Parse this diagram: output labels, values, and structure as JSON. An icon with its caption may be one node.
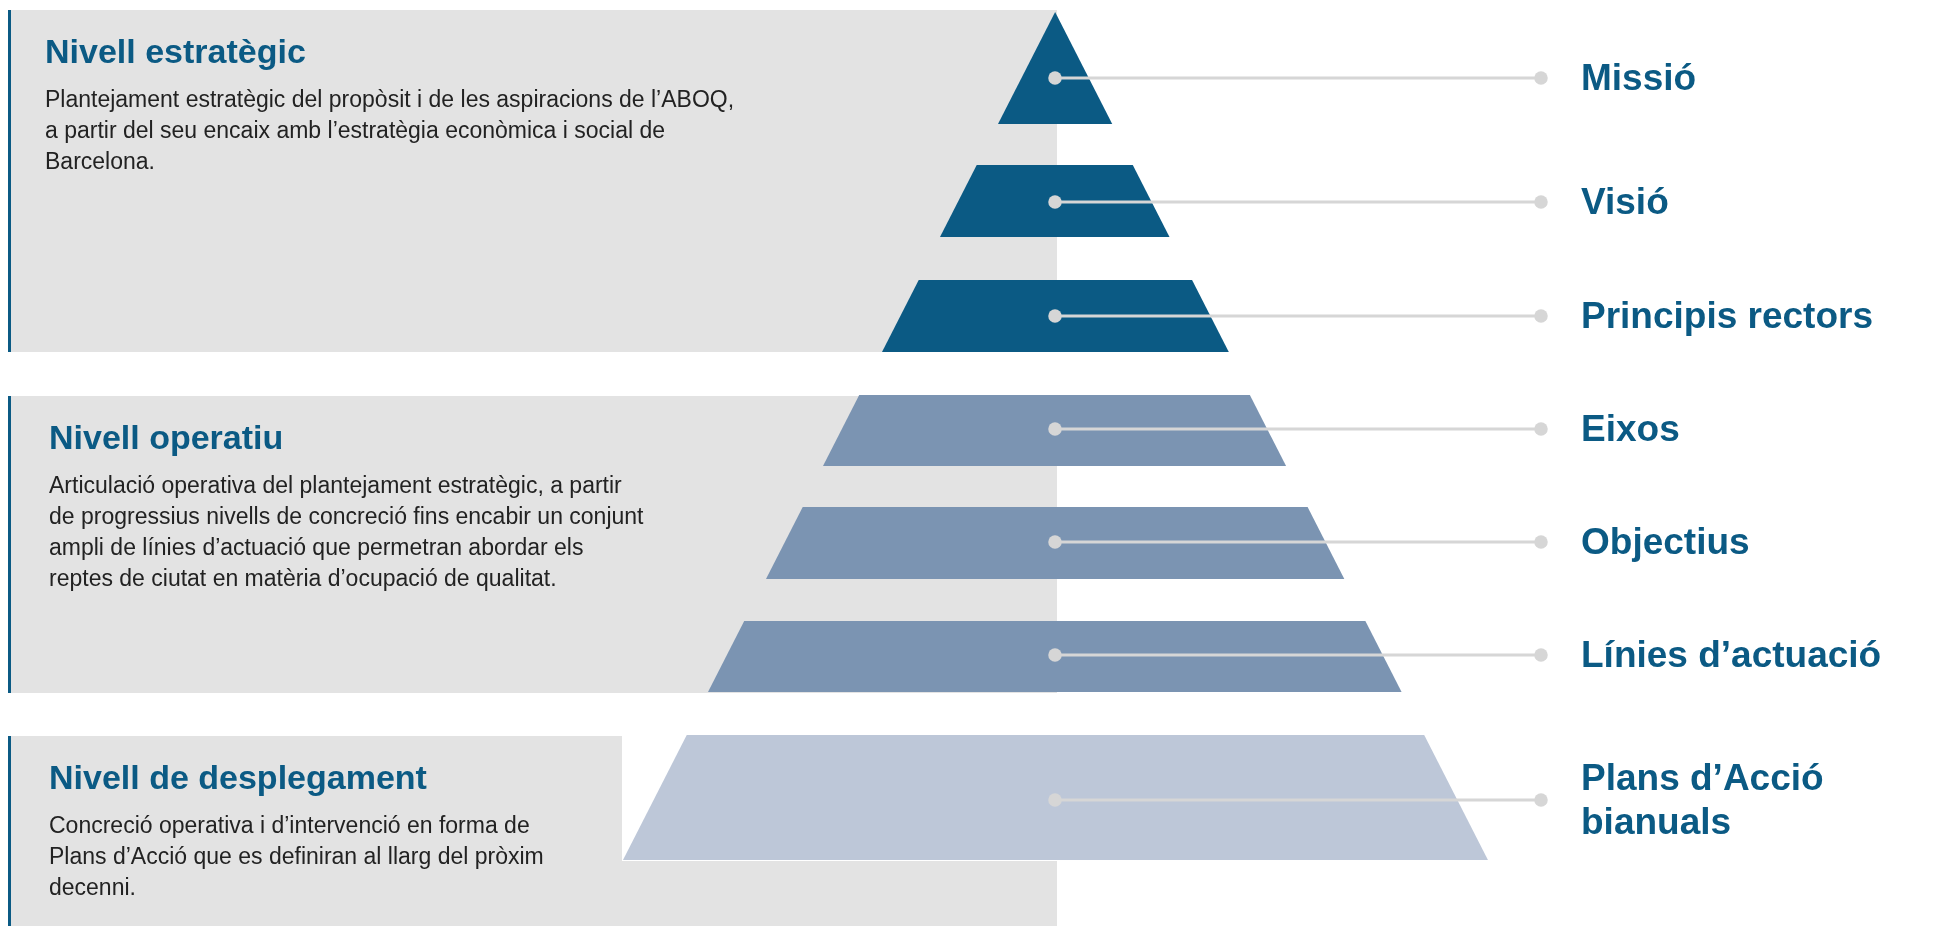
{
  "diagram": {
    "nodes": [
      {
        "text": [
          "Nivell estratègic",
          "Plantejament estratègic del propòsit i de les aspiracions de l’ABOQ, a partir del seu encaix amb l’estratègia econòmica i social de Barcelona."
        ]
      },
      {
        "text": [
          "Nivell operatiu",
          "Articulació operativa del plantejament estratègic, a partir de progressius nivells de concreció fins encabir un conjunt ampli de línies d’actuació que permetran abordar els reptes de ciutat en matèria d’ocupació de qualitat."
        ]
      },
      {
        "text": [
          "Nivell de desplegament",
          "Concreció operativa i d’intervenció en forma de Plans d’Acció que es definiran al llarg del pròxim decenni."
        ]
      },
      {
        "text": [],
        "shape": "triangle"
      },
      {
        "text": [],
        "shape": "trapezoid"
      },
      {
        "text": [],
        "shape": "trapezoid"
      },
      {
        "text": [],
        "shape": "trapezoid"
      },
      {
        "text": [],
        "shape": "trapezoid"
      },
      {
        "text": [],
        "shape": "trapezoid"
      },
      {
        "text": [],
        "shape": "trapezoid"
      },
      {
        "text": [
          "Missió"
        ]
      },
      {
        "text": [
          "Visió"
        ]
      },
      {
        "text": [
          "Principis rectors"
        ]
      },
      {
        "text": [
          "Eixos"
        ]
      },
      {
        "text": [
          "Objectius"
        ]
      },
      {
        "text": [
          "Línies d’actuació"
        ]
      },
      {
        "text": [
          "Plans d’Acció bianuals"
        ]
      }
    ],
    "edges": [
      {
        "from": 10,
        "to": 3,
        "arrow": "other"
      },
      {
        "from": 11,
        "to": 4,
        "arrow": "other"
      },
      {
        "from": 12,
        "to": 5,
        "arrow": "other"
      },
      {
        "from": 13,
        "to": 6,
        "arrow": "other"
      },
      {
        "from": 14,
        "to": 7,
        "arrow": "other"
      },
      {
        "from": 15,
        "to": 8,
        "arrow": "other"
      },
      {
        "from": 16,
        "to": 9,
        "arrow": "other"
      }
    ]
  }
}
